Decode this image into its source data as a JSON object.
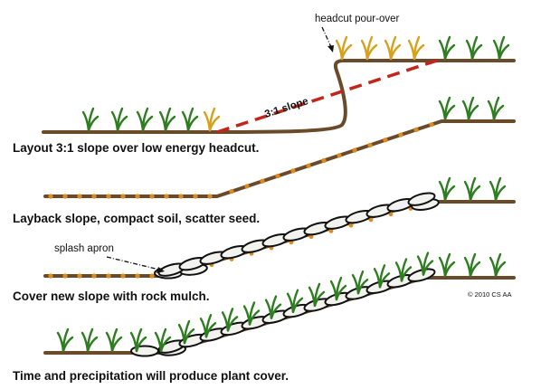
{
  "colors": {
    "ground": "#6b4a2a",
    "grass": "#2f7d21",
    "dry_grass": "#d6a21e",
    "seed": "#e08a1e",
    "rock_fill": "#f2f2ee",
    "rock_stroke": "#111111",
    "slope_line": "#c2261b"
  },
  "icons": {
    "grass_tuft": "grass-icon",
    "dry_grass_tuft": "dry-grass-icon",
    "seed": "seed-icon",
    "rock": "rock-icon"
  },
  "panels": [
    {
      "caption": "Layout 3:1 slope over low energy headcut."
    },
    {
      "caption": "Layback slope, compact soil, scatter seed."
    },
    {
      "caption": "Cover new slope with rock mulch."
    },
    {
      "caption": "Time and precipitation will produce plant cover."
    }
  ],
  "annotations": {
    "headcut": "headcut pour-over",
    "slope_ratio": "3:1 slope",
    "splash_apron": "splash apron"
  },
  "copyright": "© 2010 CS AA"
}
